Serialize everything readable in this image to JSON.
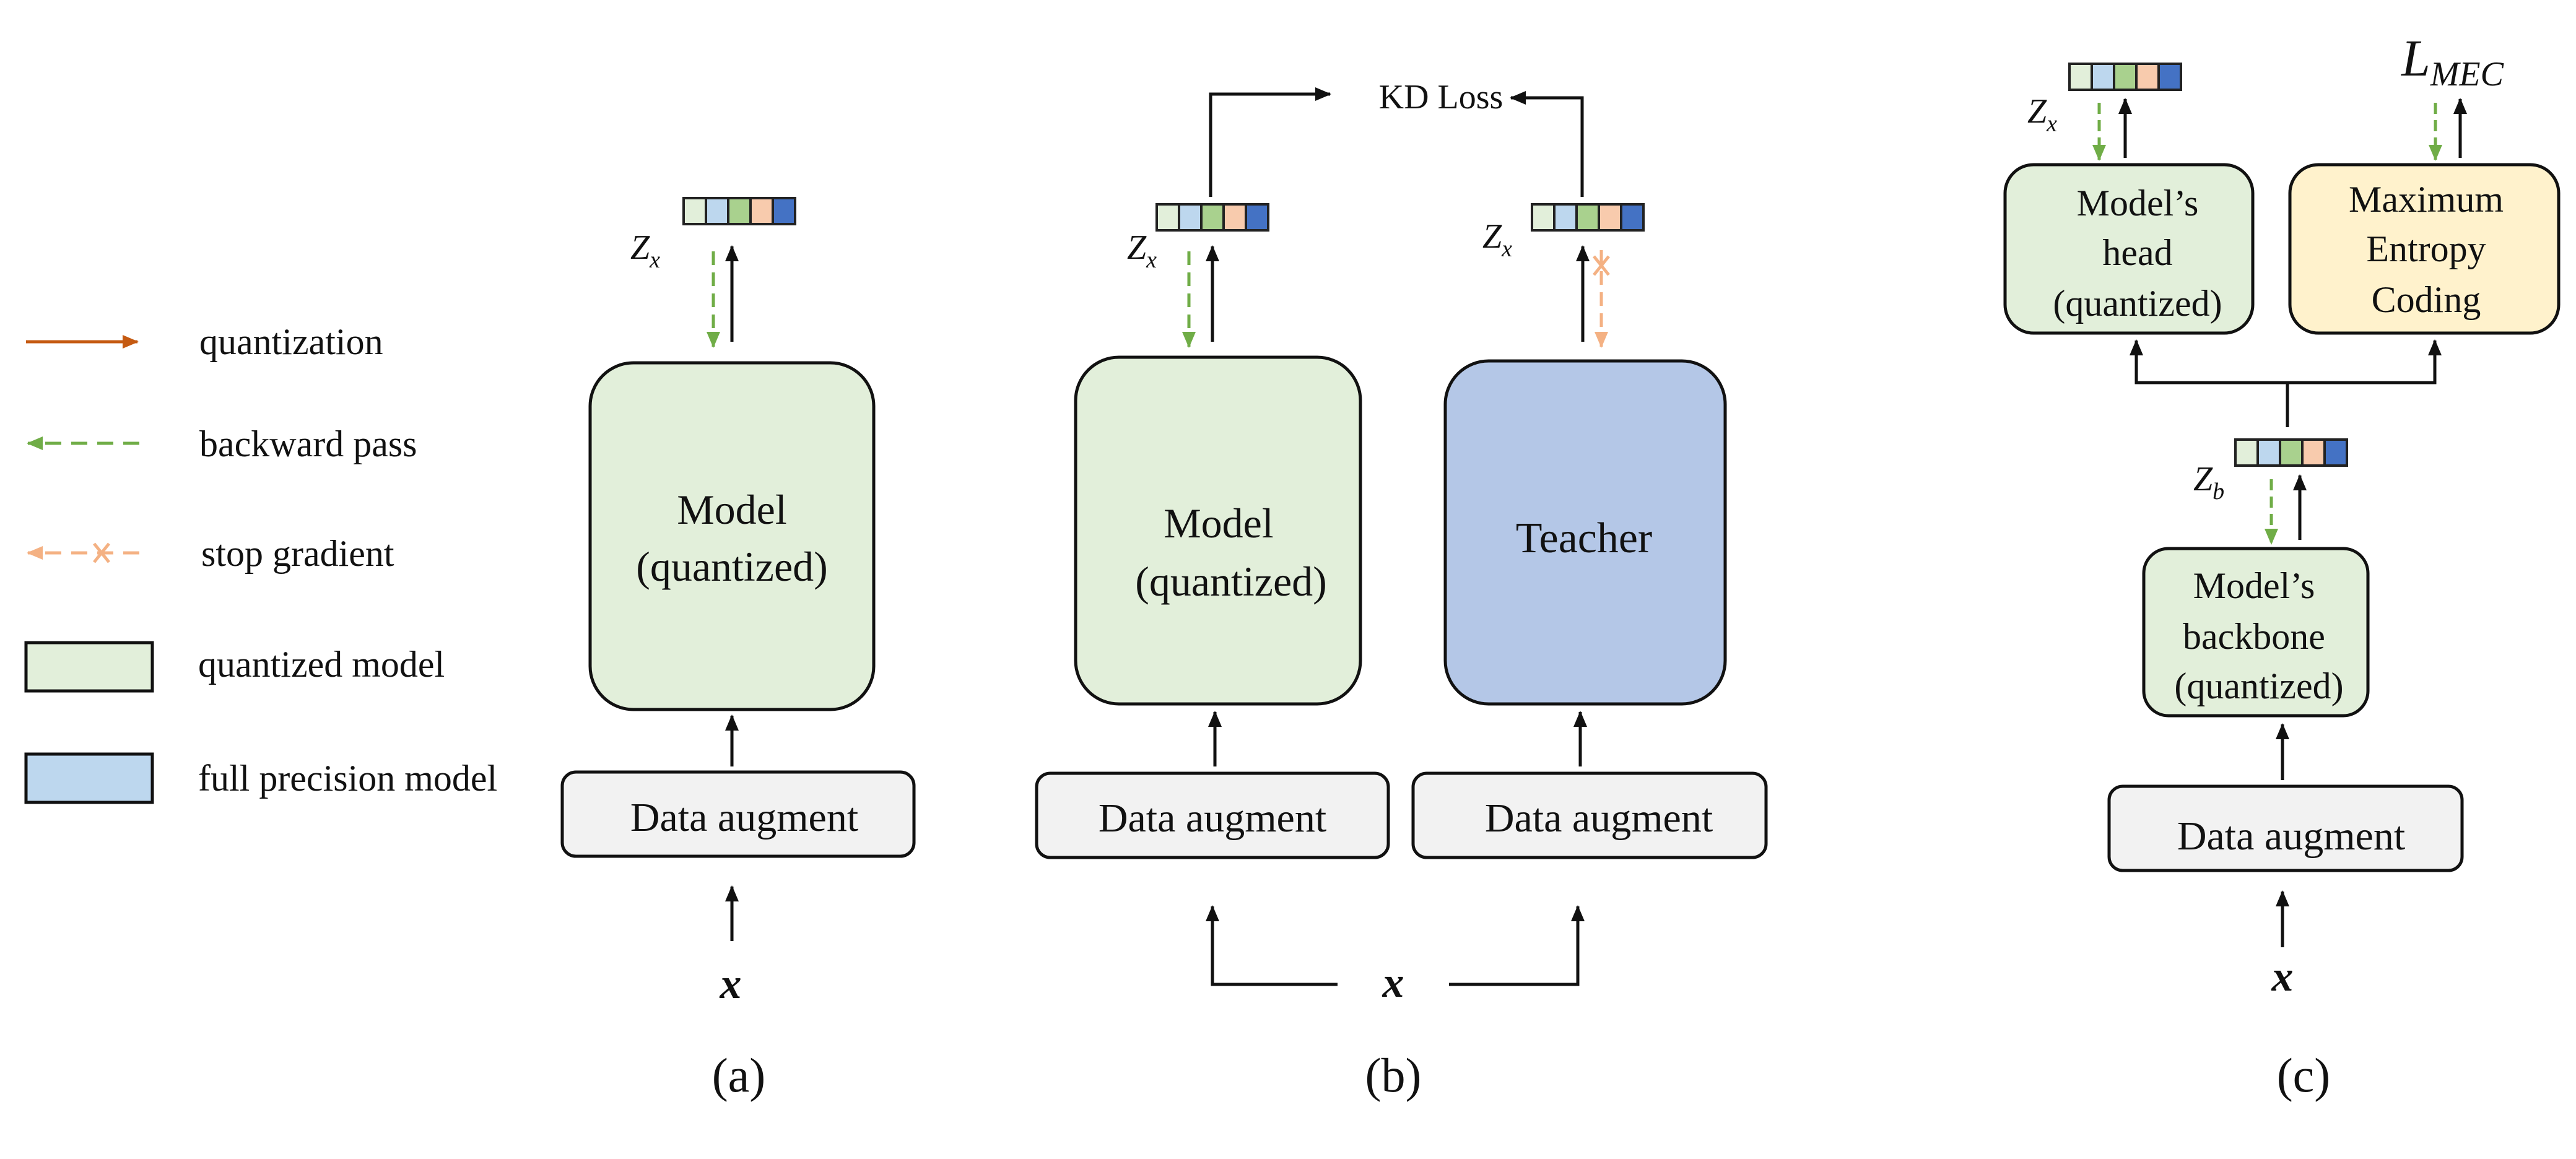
{
  "colors": {
    "quantized_fill": "#e2efda",
    "full_precision_fill": "#b4c7e7",
    "teacher_fill": "#b4c7e7",
    "mec_fill": "#fff2cc",
    "augment_fill": "#f2f2f2",
    "quantization_arrow": "#c55a11",
    "backward_arrow": "#70ad47",
    "stop_gradient_arrow": "#f4b183",
    "cell_colors": [
      "#e2efda",
      "#bdd7ee",
      "#a9d18e",
      "#f8cbad",
      "#4472c4"
    ]
  },
  "legend": [
    {
      "key": "quantization",
      "label": "quantization",
      "icon": "solid-arrow-icon"
    },
    {
      "key": "backward",
      "label": "backward pass",
      "icon": "dashed-arrow-icon"
    },
    {
      "key": "stop",
      "label": "stop gradient",
      "icon": "stop-gradient-icon"
    },
    {
      "key": "quantized",
      "label": "quantized model",
      "icon": "swatch-icon"
    },
    {
      "key": "fullprec",
      "label": "full precision model",
      "icon": "swatch-icon"
    }
  ],
  "panel_a": {
    "caption": "(a)",
    "model_line1": "Model",
    "model_line2": "(quantized)",
    "augment": "Data augment",
    "input": "x",
    "z_main": "Z",
    "z_sub": "x"
  },
  "panel_b": {
    "caption": "(b)",
    "loss": "KD Loss",
    "model_line1": "Model",
    "model_line2": "(quantized)",
    "teacher": "Teacher",
    "augment_left": "Data augment",
    "augment_right": "Data augment",
    "input": "x",
    "z_main": "Z",
    "z_sub": "x"
  },
  "panel_c": {
    "caption": "(c)",
    "head_line1": "Model’s",
    "head_line2": "head",
    "head_line3": "(quantized)",
    "mec_line1": "Maximum",
    "mec_line2": "Entropy",
    "mec_line3": "Coding",
    "loss_main": "L",
    "loss_sub": "MEC",
    "backbone_line1": "Model’s",
    "backbone_line2": "backbone",
    "backbone_line3": "(quantized)",
    "augment": "Data augment",
    "input": "x",
    "zx_main": "Z",
    "zx_sub": "x",
    "zb_main": "Z",
    "zb_sub": "b"
  }
}
